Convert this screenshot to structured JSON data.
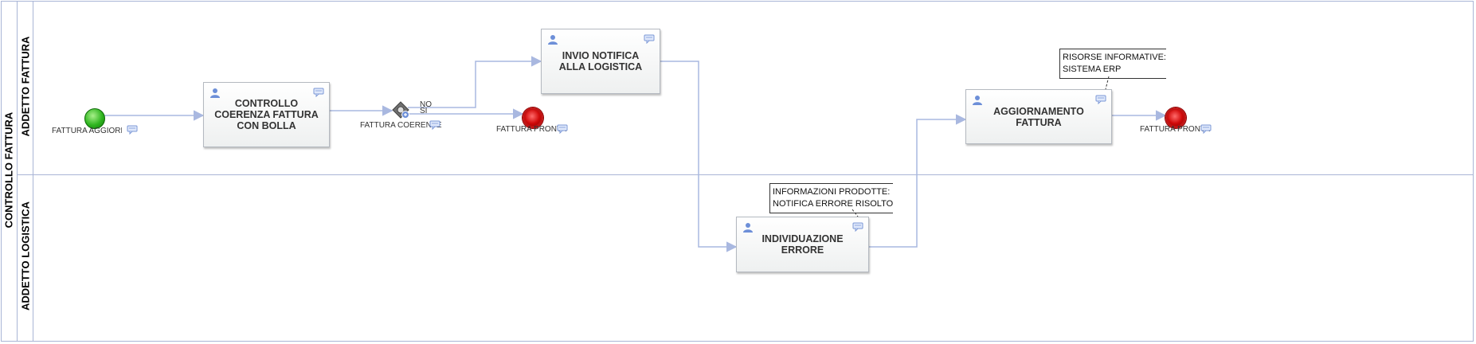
{
  "pool": {
    "label": "CONTROLLO FATTURA"
  },
  "lanes": [
    {
      "label": "ADDETTO FATTURA"
    },
    {
      "label": "ADDETTO LOGISTICA"
    }
  ],
  "start_event": {
    "label": "FATTURA AGGIORNATA"
  },
  "tasks": {
    "controllo": "CONTROLLO COERENZA FATTURA CON BOLLA",
    "invio": "INVIO NOTIFICA ALLA LOGISTICA",
    "individuazione": "INDIVIDUAZIONE ERRORE",
    "aggiornamento": "AGGIORNAMENTO FATTURA"
  },
  "gateway": {
    "label": "FATTURA COERENTE",
    "branch_no": "NO",
    "branch_si": "SI"
  },
  "end_events": [
    {
      "label": "FATTURA PRONTA"
    },
    {
      "label": "FATTURA PRONTA"
    }
  ],
  "annotations": {
    "risorse_line1": "RISORSE INFORMATIVE:",
    "risorse_line2": "SISTEMA ERP",
    "informazioni_line1": "INFORMAZIONI PRODOTTE:",
    "informazioni_line2": "NOTIFICA ERRORE RISOLTO"
  },
  "colors": {
    "flow": "#a9b8e0",
    "lane_border": "#a9b5d6",
    "start": "#2fb51f",
    "end": "#d10a0a"
  },
  "icons": [
    "user-icon",
    "comment-icon",
    "gateway-icon"
  ]
}
